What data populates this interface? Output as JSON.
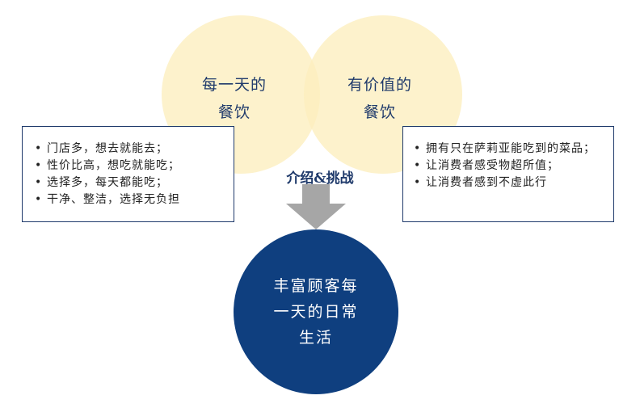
{
  "circles": {
    "left": {
      "line1": "每一天的",
      "line2": "餐饮"
    },
    "right": {
      "line1": "有价值的",
      "line2": "餐饮"
    }
  },
  "left_list": [
    "门店多，想去就能去；",
    "性价比高，想吃就能吃；",
    "选择多，每天都能吃；",
    "干净、整洁，选择无负担"
  ],
  "right_list": [
    "拥有只在萨莉亚能吃到的菜品；",
    "让消费者感受物超所值；",
    "让消费者感到不虚此行"
  ],
  "bullet": "•",
  "challenge_title": "介绍&挑战",
  "bottom_circle": {
    "text": "丰富顾客每\n一天的日常\n生活"
  },
  "colors": {
    "circle_fill": "#FDEEBE",
    "navy": "#0F3F7F",
    "text_navy": "#1F3A6B",
    "arrow_gray": "#A6A6A6"
  }
}
